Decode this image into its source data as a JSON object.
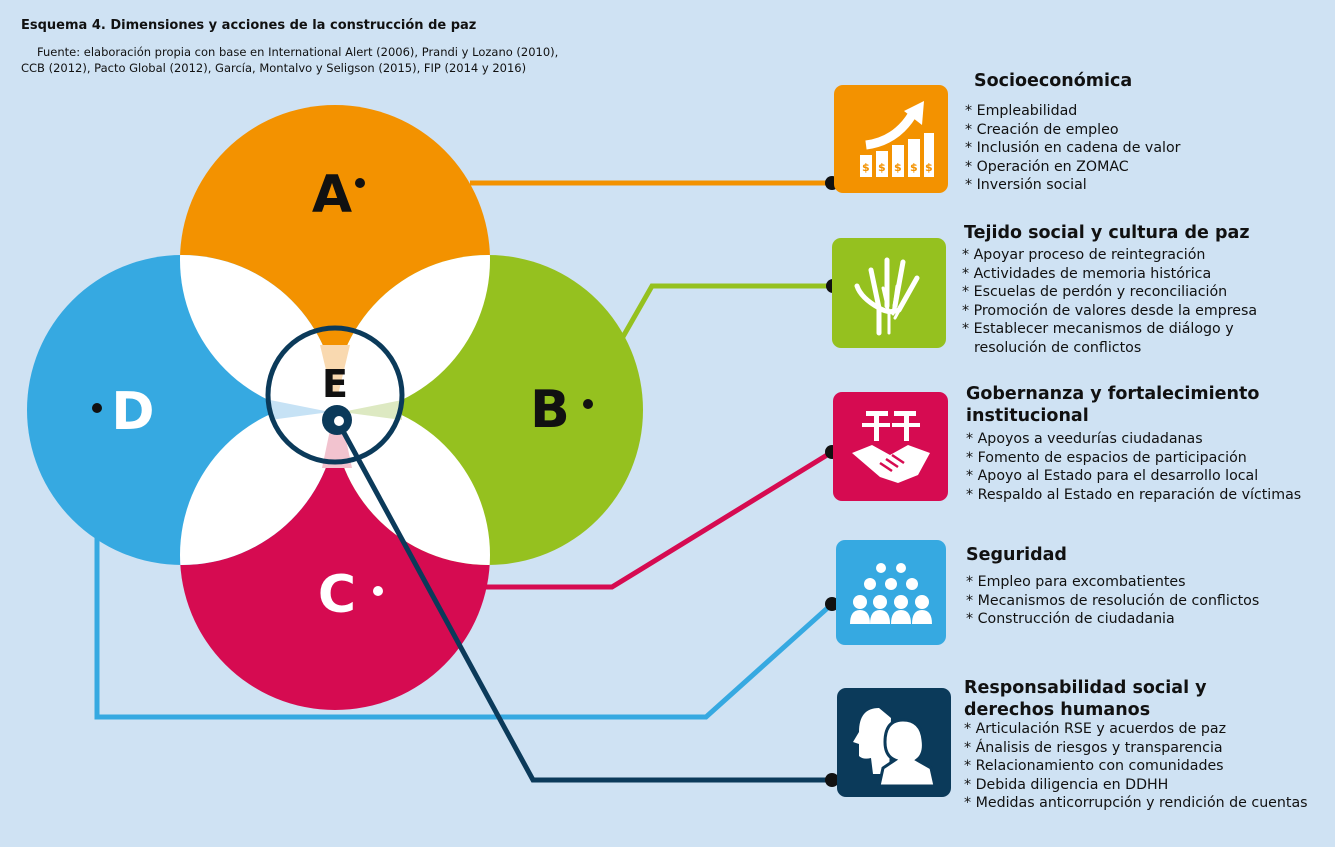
{
  "header": {
    "title": "Esquema 4. Dimensiones y acciones de la construcción de paz",
    "source_line1": "Fuente: elaboración propia con base en International Alert (2006), Prandi y Lozano (2010),",
    "source_line2": "CCB (2012), Pacto Global (2012), García, Montalvo y Seligson (2015), FIP (2014 y 2016)"
  },
  "colors": {
    "background": "#cfe2f3",
    "A": "#f39200",
    "B": "#95c11f",
    "C": "#d60b51",
    "D": "#36a9e1",
    "E": "#0b3a5a"
  },
  "circles": {
    "A": "A",
    "B": "B",
    "C": "C",
    "D": "D",
    "E": "E"
  },
  "dimensions": [
    {
      "key": "A",
      "icon": "growth-chart-icon",
      "title": "Socioeconómica",
      "items": [
        "* Empleabilidad",
        "* Creación de empleo",
        "* Inclusión en cadena de valor",
        "* Operación en ZOMAC",
        "* Inversión social"
      ]
    },
    {
      "key": "B",
      "icon": "hands-icon",
      "title": "Tejido social y cultura de paz",
      "items": [
        "* Apoyar proceso de reintegración",
        "* Actividades de memoria histórica",
        "* Escuelas de perdón y reconciliación",
        "* Promoción de valores desde la empresa",
        "* Establecer mecanismos de diálogo y",
        "resolución de conflictos"
      ]
    },
    {
      "key": "C",
      "icon": "handshake-icon",
      "title_line1": "Gobernanza y fortalecimiento",
      "title_line2": "institucional",
      "items": [
        "* Apoyos a veedurías ciudadanas",
        "* Fomento de espacios de participación",
        "* Apoyo al Estado para el desarrollo local",
        "* Respaldo al Estado en reparación de víctimas"
      ]
    },
    {
      "key": "D",
      "icon": "people-group-icon",
      "title": "Seguridad",
      "items": [
        "* Empleo para excombatientes",
        "* Mecanismos de resolución de conflictos",
        "* Construcción de ciudadania"
      ]
    },
    {
      "key": "E",
      "icon": "human-profiles-icon",
      "title_line1": "Responsabilidad social y",
      "title_line2": "derechos humanos",
      "items": [
        "* Articulación RSE y acuerdos de paz",
        "* Ánalisis de riesgos y transparencia",
        "* Relacionamiento con comunidades",
        "* Debida diligencia en DDHH",
        "* Medidas anticorrupción y rendición de cuentas"
      ]
    }
  ]
}
